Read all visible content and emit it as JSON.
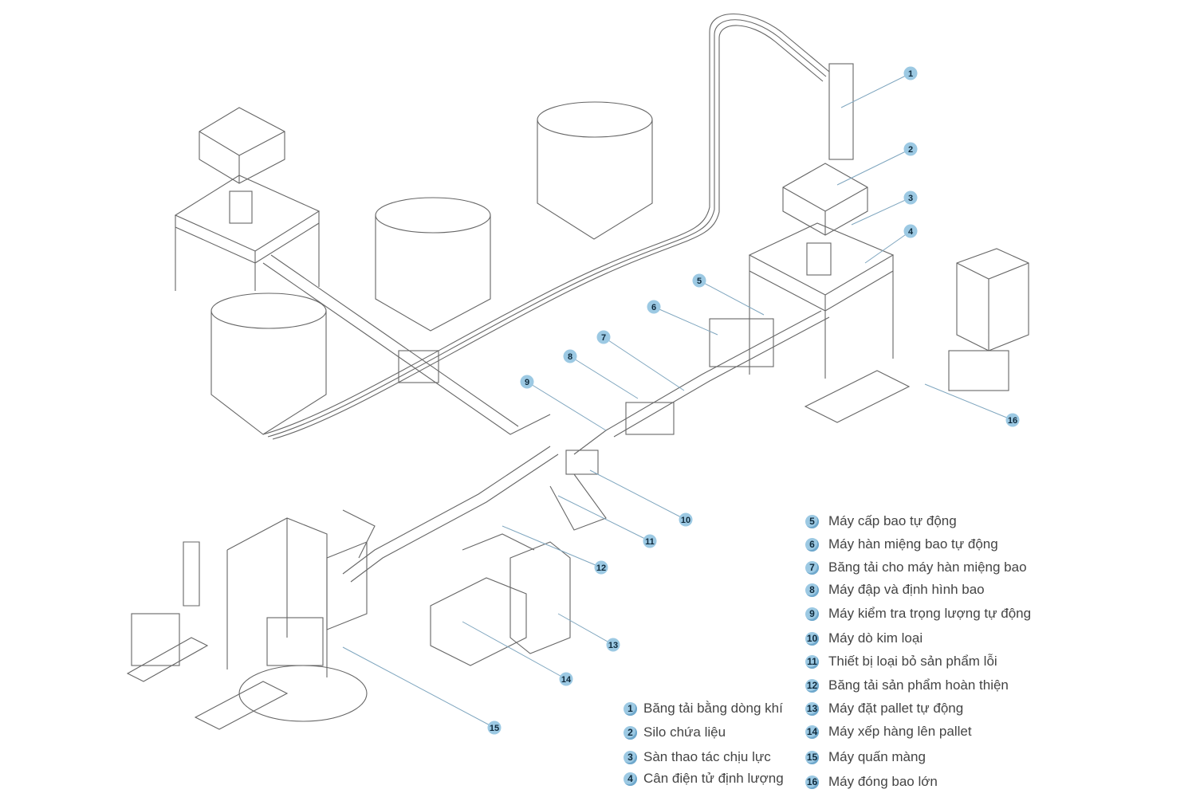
{
  "badge_color": "#9cc9e3",
  "line_color": "#555555",
  "callout_line_color": "#7fa6bf",
  "legend": [
    {
      "num": "1",
      "label": "Băng tải bằng dòng khí"
    },
    {
      "num": "2",
      "label": "Silo chứa liệu"
    },
    {
      "num": "3",
      "label": "Sàn thao tác chịu lực"
    },
    {
      "num": "4",
      "label": "Cân điện tử định lượng"
    },
    {
      "num": "5",
      "label": "Máy cấp bao tự động"
    },
    {
      "num": "6",
      "label": "Máy hàn miệng bao tự động"
    },
    {
      "num": "7",
      "label": "Băng tải cho máy hàn miệng bao"
    },
    {
      "num": "8",
      "label": "Máy đập và định hình bao"
    },
    {
      "num": "9",
      "label": "Máy kiểm tra trọng lượng tự động"
    },
    {
      "num": "10",
      "label": "Máy dò kim loại"
    },
    {
      "num": "11",
      "label": "Thiết bị loại bỏ sản phẩm lỗi"
    },
    {
      "num": "12",
      "label": "Băng tải sản phẩm hoàn thiện"
    },
    {
      "num": "13",
      "label": "Máy đặt pallet tự động"
    },
    {
      "num": "14",
      "label": "Máy xếp hàng lên pallet"
    },
    {
      "num": "15",
      "label": "Máy quấn màng"
    },
    {
      "num": "16",
      "label": "Máy đóng bao lớn"
    }
  ]
}
